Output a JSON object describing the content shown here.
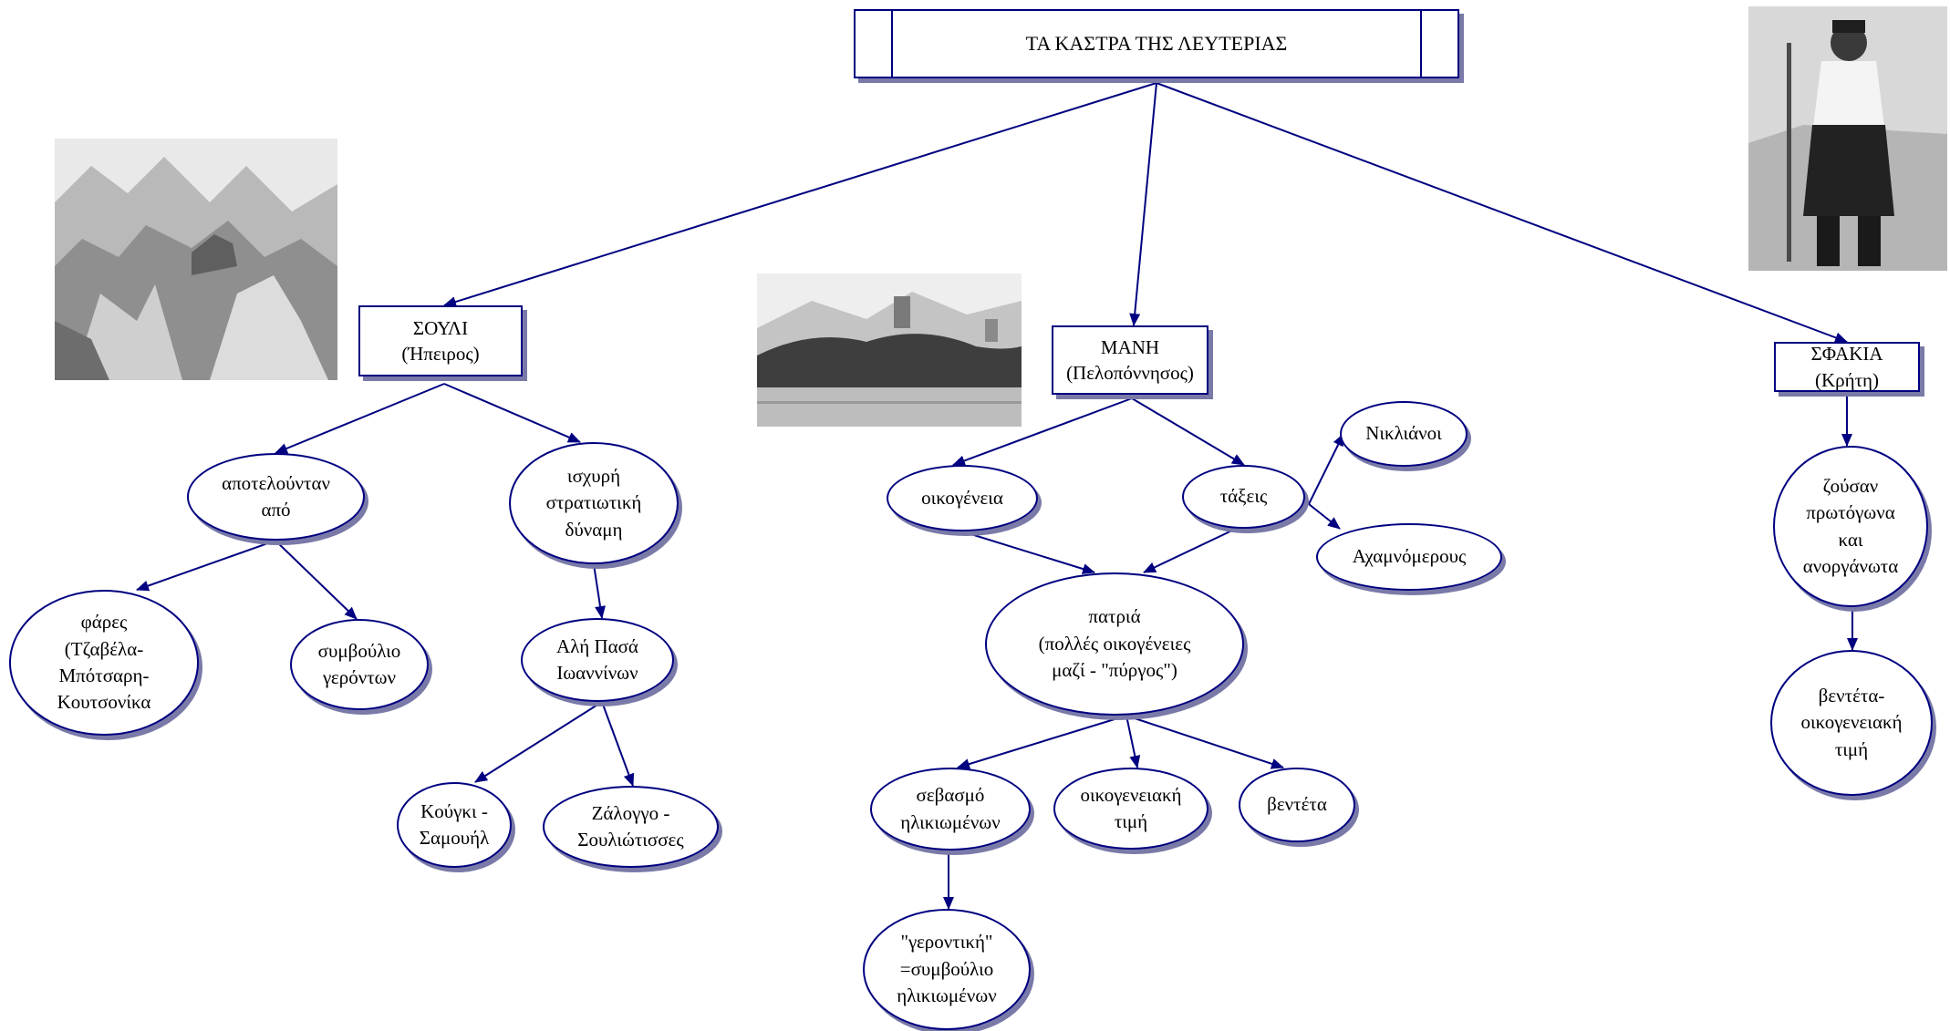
{
  "root": {
    "label": "ΤΑ ΚΑΣΤΡΑ ΤΗΣ ΛΕΥΤΕΡΙΑΣ"
  },
  "branches": {
    "souli": {
      "label": "ΣΟΥΛΙ\n(Ήπειρος)",
      "apoteloyntan": "αποτελούνταν\nαπό",
      "fares": "φάρες\n(Τζαβέλα-\nΜπότσαρη-\nΚουτσονίκα",
      "symvoylio": "συμβούλιο\nγερόντων",
      "ischyri": "ισχυρή\nστρατιωτική\nδύναμη",
      "ali": "Αλή Πασά\nΙωαννίνων",
      "koygki": "Κούγκι -\nΣαμουήλ",
      "zalongo": "Ζάλογγο -\nΣουλιώτισσες"
    },
    "mani": {
      "label": "ΜΑΝΗ\n(Πελοπόννησος)",
      "oikogeneia": "οικογένεια",
      "takseis": "τάξεις",
      "nikliani": "Νικλιάνοι",
      "achamnomeroys": "Αχαμνόμερους",
      "patria": "πατριά\n(πολλές οικογένειες\nμαζί - \"πύργος\")",
      "sevasmo": "σεβασμό\nηλικιωμένων",
      "timi": "οικογενειακή\nτιμή",
      "venteta": "βεντέτα",
      "gerontiki": "\"γεροντική\"\n=συμβούλιο\nηλικιωμένων"
    },
    "sfakia": {
      "label": "ΣΦΑΚΙΑ\n(Κρήτη)",
      "zoysan": "ζούσαν\nπρωτόγωνα\nκαι\nανοργάνωτα",
      "venteta": "βεντέτα-\nοικογενειακή\nτιμή"
    }
  },
  "colors": {
    "node_border": "#000080",
    "shadow": "#7a7aa8",
    "edge": "#000080"
  },
  "images": [
    {
      "name": "souli-engraving-image",
      "subject": "mountain fortress engraving"
    },
    {
      "name": "mani-engraving-image",
      "subject": "tower village engraving"
    },
    {
      "name": "sfakia-portrait-image",
      "subject": "cretan warrior portrait"
    }
  ]
}
